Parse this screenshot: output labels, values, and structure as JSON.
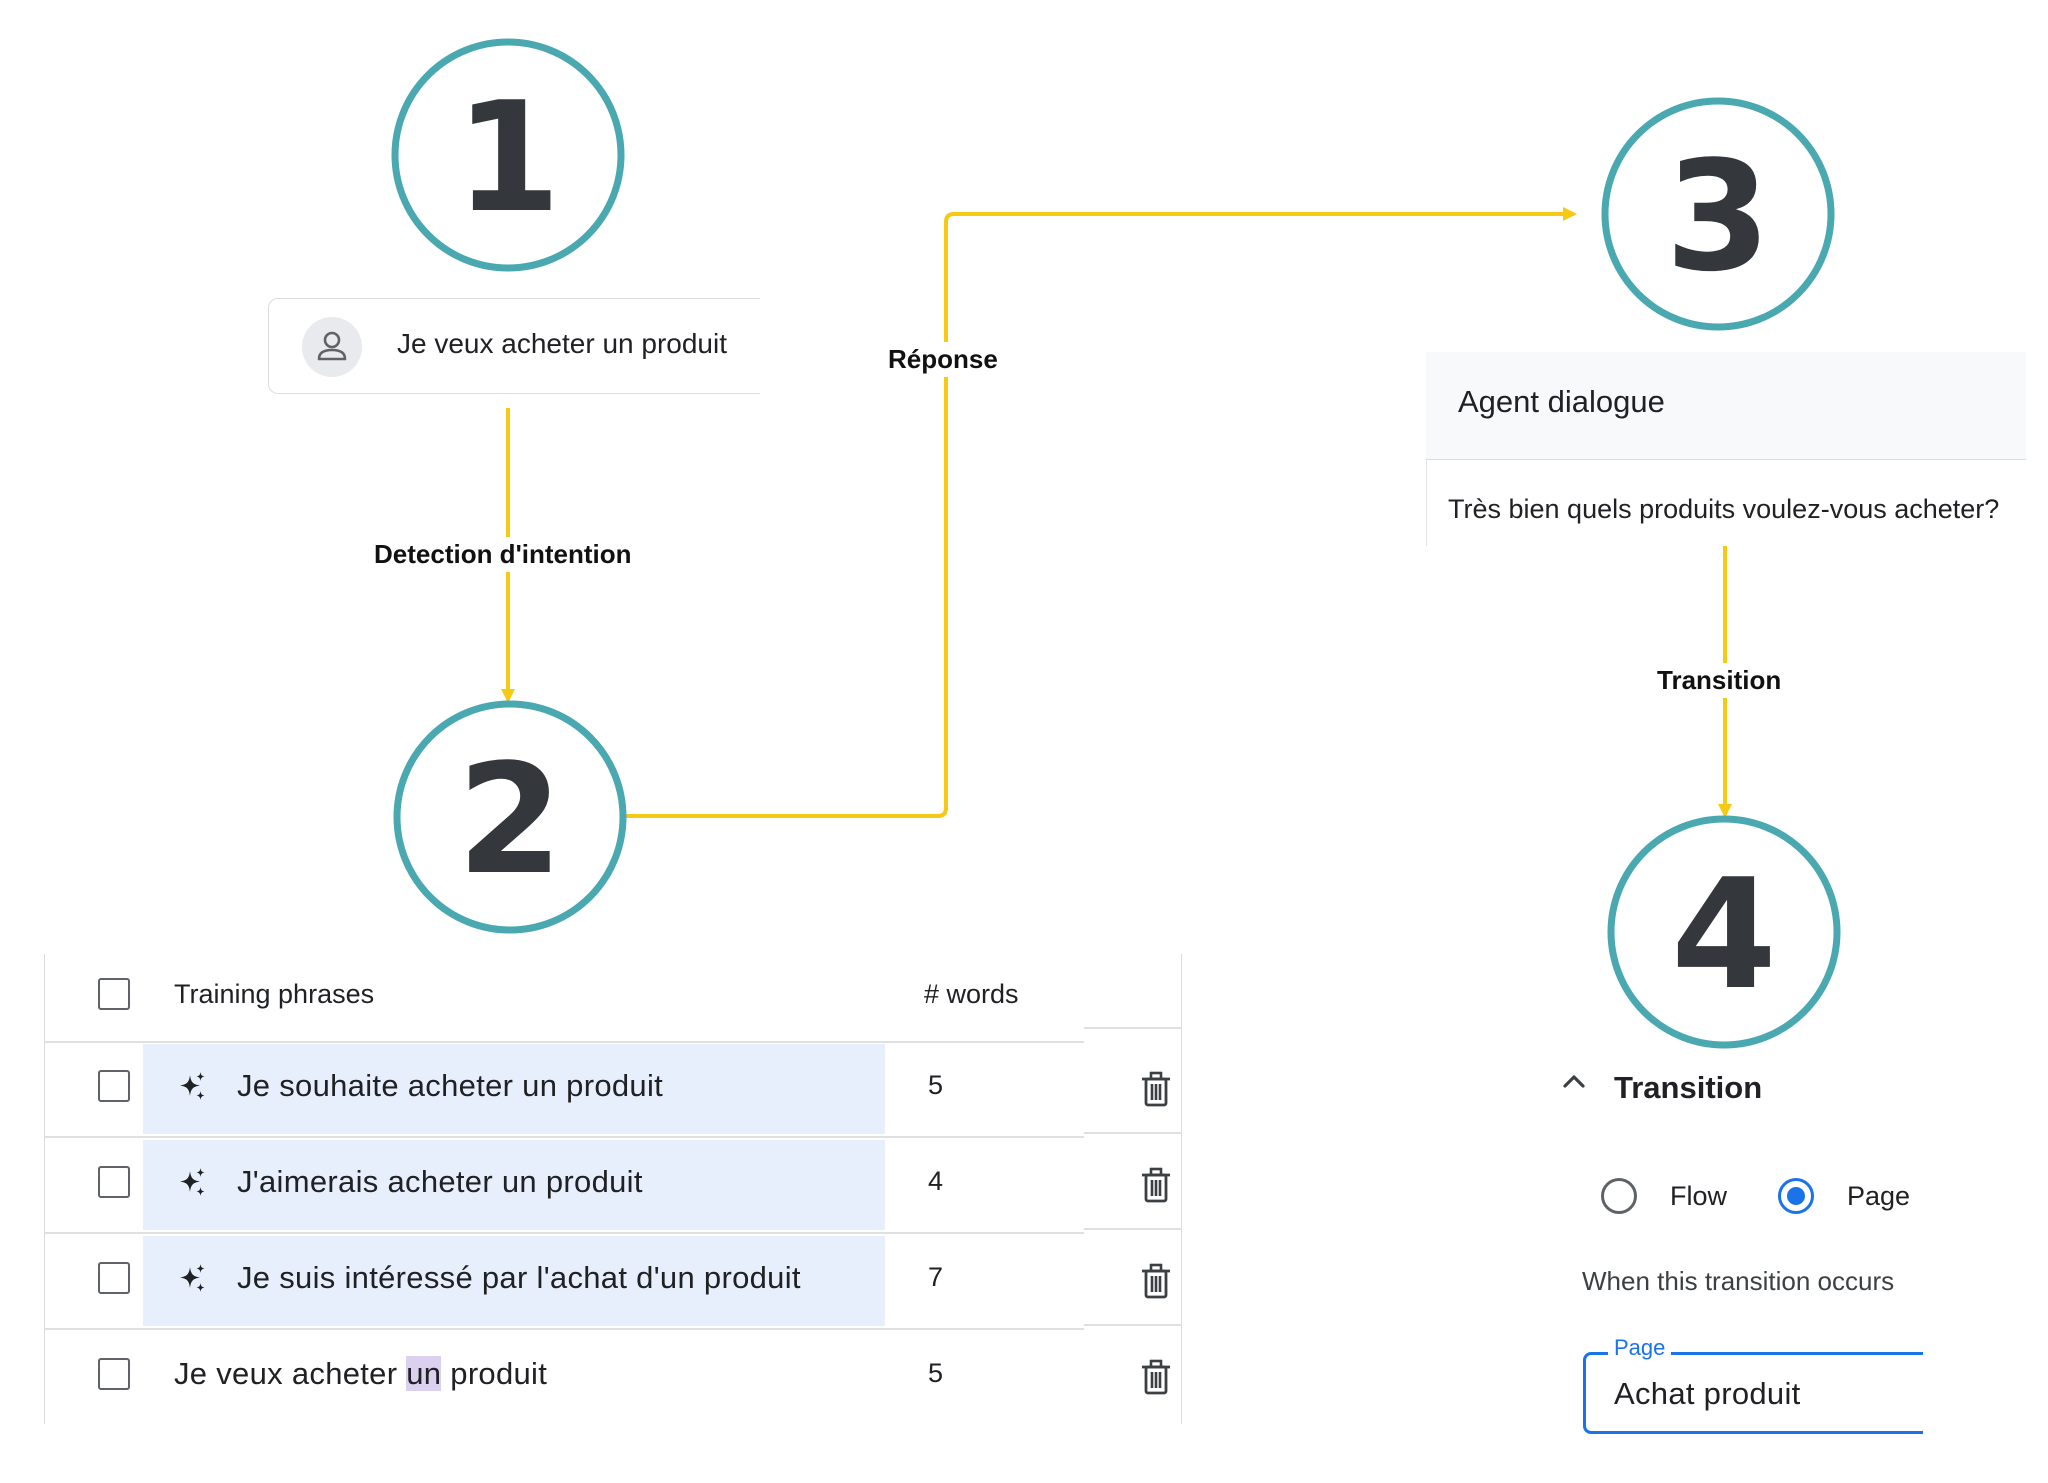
{
  "steps": {
    "step1": "1",
    "step2": "2",
    "step3": "3",
    "step4": "4"
  },
  "edges": {
    "detection": "Detection d'intention",
    "reponse": "Réponse",
    "transition": "Transition"
  },
  "user_message": {
    "text": "Je veux acheter un produit",
    "icon": "person-icon"
  },
  "agent_dialogue": {
    "title": "Agent dialogue",
    "response": "Très bien quels produits voulez-vous acheter?"
  },
  "training_table": {
    "col_phrases": "Training phrases",
    "col_words": "# words",
    "rows": [
      {
        "phrase": "Je souhaite acheter un produit",
        "words": "5",
        "generated": true
      },
      {
        "phrase": "J'aimerais acheter un produit",
        "words": "4",
        "generated": true
      },
      {
        "phrase": "Je suis intéressé par l'achat d'un produit",
        "words": "7",
        "generated": true
      },
      {
        "phrase_before": "Je veux acheter ",
        "phrase_highlight": "un",
        "phrase_after": " produit",
        "words": "5",
        "generated": false
      }
    ]
  },
  "transition_panel": {
    "title": "Transition",
    "option_flow": "Flow",
    "option_page": "Page",
    "selected": "Page",
    "when_text": "When this transition occurs",
    "page_field_label": "Page",
    "page_field_value": "Achat produit"
  },
  "colors": {
    "circle_stroke": "#4aa8b0",
    "arrow": "#f6c915",
    "accent": "#1a73e8",
    "phrase_bg": "#e8effc"
  }
}
